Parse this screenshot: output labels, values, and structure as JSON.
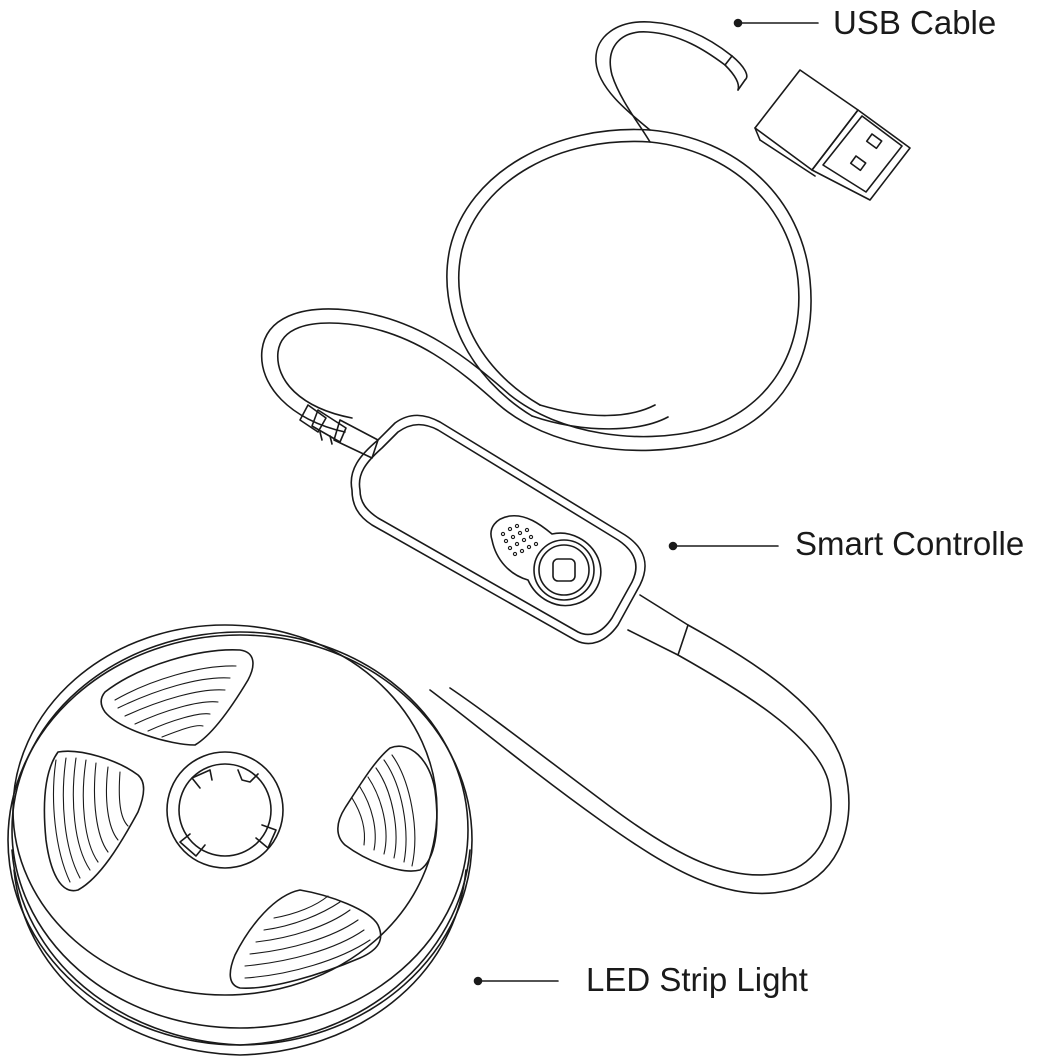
{
  "callouts": {
    "usb_cable": "USB Cable",
    "smart_controller": "Smart Controlle",
    "led_strip_light": "LED Strip Light"
  },
  "colors": {
    "line": "#1a1a1a",
    "background": "#ffffff"
  }
}
